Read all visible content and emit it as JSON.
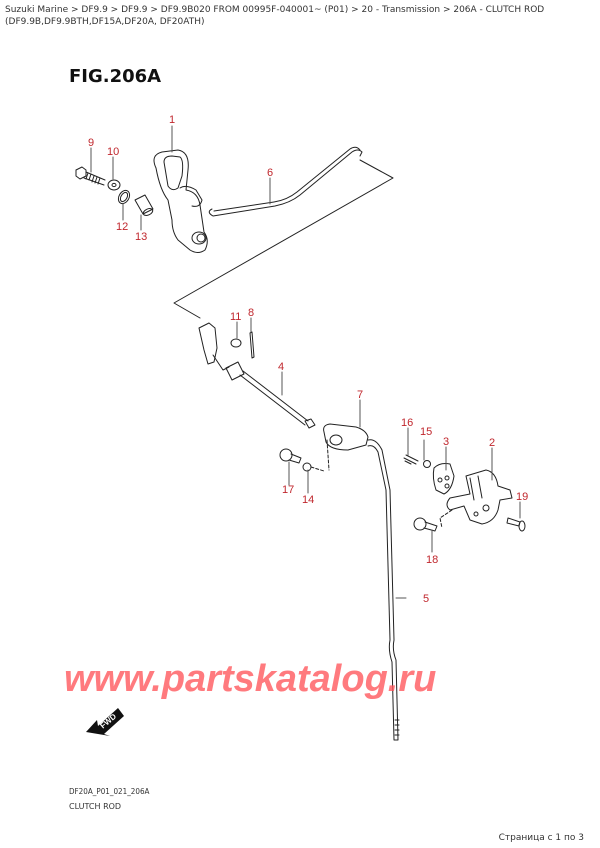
{
  "breadcrumb": {
    "text": "Suzuki Marine > DF9.9 > DF9.9 > DF9.9B020 FROM 00995F-040001~ (P01) > 20 - Transmission > 206A - CLUTCH ROD (DF9.9B,DF9.9BTH,DF15A,DF20A, DF20ATH)",
    "items": [
      "Suzuki Marine",
      "DF9.9",
      "DF9.9",
      "DF9.9B020 FROM 00995F-040001~ (P01)",
      "20 - Transmission",
      "206A - CLUTCH ROD (DF9.9B,DF9.9BTH,DF15A,DF20A, DF20ATH)"
    ]
  },
  "figure": {
    "title": "FIG.206A",
    "callouts": [
      "1",
      "2",
      "3",
      "4",
      "5",
      "6",
      "7",
      "8",
      "9",
      "10",
      "11",
      "12",
      "13",
      "14",
      "15",
      "16",
      "17",
      "18",
      "19"
    ],
    "fwd_label": "FWD",
    "callout_color": "#c0272d"
  },
  "watermark": {
    "text": "www.partskatalog.ru",
    "color": "#ff5a5f"
  },
  "footer": {
    "code": "DF20A_P01_021_206A",
    "name": "CLUTCH ROD"
  },
  "pager": {
    "text": "Страница с 1 по 3"
  }
}
